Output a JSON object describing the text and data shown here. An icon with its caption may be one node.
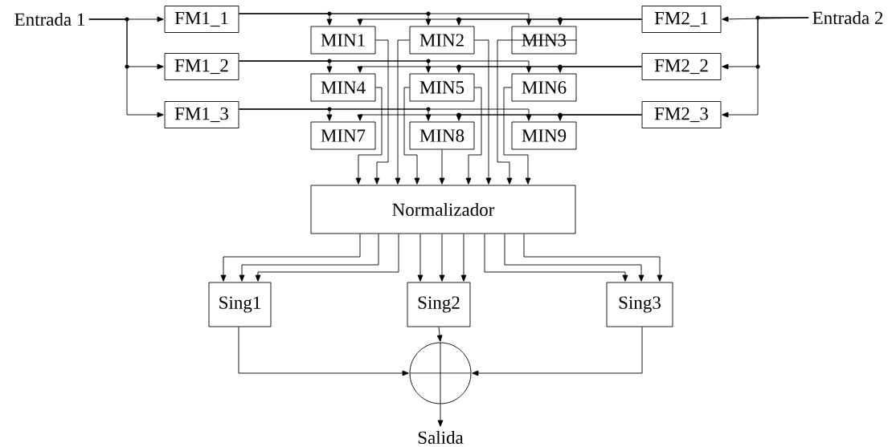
{
  "diagram": {
    "nodes": [
      {
        "text": [
          "Entrada 1"
        ]
      },
      {
        "text": [
          "FM1_1"
        ]
      },
      {
        "text": [
          "FM1_2"
        ]
      },
      {
        "text": [
          "FM1_3"
        ]
      },
      {
        "text": [
          "MIN1"
        ]
      },
      {
        "text": [
          "MIN2"
        ]
      },
      {
        "text": [
          "MIN3"
        ]
      },
      {
        "text": [
          "MIN4"
        ]
      },
      {
        "text": [
          "MIN5"
        ]
      },
      {
        "text": [
          "MIN6"
        ]
      },
      {
        "text": [
          "MIN7"
        ]
      },
      {
        "text": [
          "MIN8"
        ]
      },
      {
        "text": [
          "MIN9"
        ]
      },
      {
        "text": [
          "FM2_1"
        ]
      },
      {
        "text": [
          "FM2_2"
        ]
      },
      {
        "text": [
          "FM2_3"
        ]
      },
      {
        "text": [
          "Entrada 2"
        ]
      },
      {
        "text": [
          "Normalizador"
        ]
      },
      {
        "text": [
          "Sing1"
        ]
      },
      {
        "text": [
          "Sing2"
        ]
      },
      {
        "text": [
          "Sing3"
        ]
      },
      {
        "text": [],
        "shape": "circle"
      },
      {
        "text": [
          "Salida"
        ]
      }
    ],
    "edges": [
      {
        "from": 0,
        "to": 1,
        "arrow": "to"
      },
      {
        "from": 0,
        "to": 2,
        "arrow": "to"
      },
      {
        "from": 0,
        "to": 3,
        "arrow": "to"
      },
      {
        "from": 16,
        "to": 13,
        "arrow": "to"
      },
      {
        "from": 16,
        "to": 14,
        "arrow": "to"
      },
      {
        "from": 16,
        "to": 15,
        "arrow": "to"
      },
      {
        "from": 1,
        "to": 4,
        "arrow": "to"
      },
      {
        "from": 1,
        "to": 5,
        "arrow": "to"
      },
      {
        "from": 1,
        "to": 6,
        "arrow": "to"
      },
      {
        "from": 2,
        "to": 7,
        "arrow": "to"
      },
      {
        "from": 2,
        "to": 8,
        "arrow": "to"
      },
      {
        "from": 2,
        "to": 9,
        "arrow": "to"
      },
      {
        "from": 3,
        "to": 10,
        "arrow": "to"
      },
      {
        "from": 3,
        "to": 11,
        "arrow": "to"
      },
      {
        "from": 3,
        "to": 12,
        "arrow": "to"
      },
      {
        "from": 13,
        "to": 4,
        "arrow": "to"
      },
      {
        "from": 13,
        "to": 5,
        "arrow": "to"
      },
      {
        "from": 13,
        "to": 6,
        "arrow": "to"
      },
      {
        "from": 14,
        "to": 7,
        "arrow": "to"
      },
      {
        "from": 14,
        "to": 8,
        "arrow": "to"
      },
      {
        "from": 14,
        "to": 9,
        "arrow": "to"
      },
      {
        "from": 15,
        "to": 10,
        "arrow": "to"
      },
      {
        "from": 15,
        "to": 11,
        "arrow": "to"
      },
      {
        "from": 15,
        "to": 12,
        "arrow": "to"
      },
      {
        "from": 7,
        "to": 17,
        "arrow": "to"
      },
      {
        "from": 4,
        "to": 17,
        "arrow": "to"
      },
      {
        "from": 5,
        "to": 17,
        "arrow": "to"
      },
      {
        "from": 8,
        "to": 17,
        "arrow": "to"
      },
      {
        "from": 11,
        "to": 17,
        "arrow": "to"
      },
      {
        "from": 8,
        "to": 17,
        "arrow": "to"
      },
      {
        "from": 5,
        "to": 17,
        "arrow": "to"
      },
      {
        "from": 6,
        "to": 17,
        "arrow": "to"
      },
      {
        "from": 9,
        "to": 17,
        "arrow": "to"
      },
      {
        "from": 17,
        "to": 18,
        "arrow": "to"
      },
      {
        "from": 17,
        "to": 18,
        "arrow": "to"
      },
      {
        "from": 17,
        "to": 18,
        "arrow": "to"
      },
      {
        "from": 17,
        "to": 19,
        "arrow": "to"
      },
      {
        "from": 17,
        "to": 19,
        "arrow": "to"
      },
      {
        "from": 17,
        "to": 19,
        "arrow": "to"
      },
      {
        "from": 17,
        "to": 20,
        "arrow": "to"
      },
      {
        "from": 17,
        "to": 20,
        "arrow": "to"
      },
      {
        "from": 17,
        "to": 20,
        "arrow": "to"
      },
      {
        "from": 18,
        "to": 21,
        "arrow": "to"
      },
      {
        "from": 19,
        "to": 21,
        "arrow": "to"
      },
      {
        "from": 20,
        "to": 21,
        "arrow": "to"
      },
      {
        "from": 21,
        "to": 22,
        "arrow": "to"
      }
    ]
  }
}
